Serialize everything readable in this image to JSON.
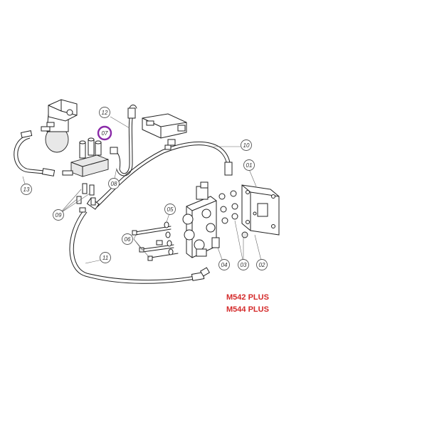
{
  "callouts": [
    {
      "id": "01",
      "label": "01"
    },
    {
      "id": "02",
      "label": "02"
    },
    {
      "id": "03",
      "label": "03"
    },
    {
      "id": "04",
      "label": "04"
    },
    {
      "id": "05",
      "label": "05"
    },
    {
      "id": "06",
      "label": "06"
    },
    {
      "id": "07",
      "label": "07"
    },
    {
      "id": "08",
      "label": "08"
    },
    {
      "id": "09",
      "label": "09"
    },
    {
      "id": "10",
      "label": "10"
    },
    {
      "id": "11",
      "label": "11"
    },
    {
      "id": "12",
      "label": "12"
    },
    {
      "id": "13",
      "label": "13"
    }
  ],
  "highlighted_callout": "07",
  "colors": {
    "highlight": "#8a2aa8",
    "model_text": "#d42a2a",
    "line": "#222222"
  },
  "models": [
    "M542 PLUS",
    "M544 PLUS"
  ]
}
